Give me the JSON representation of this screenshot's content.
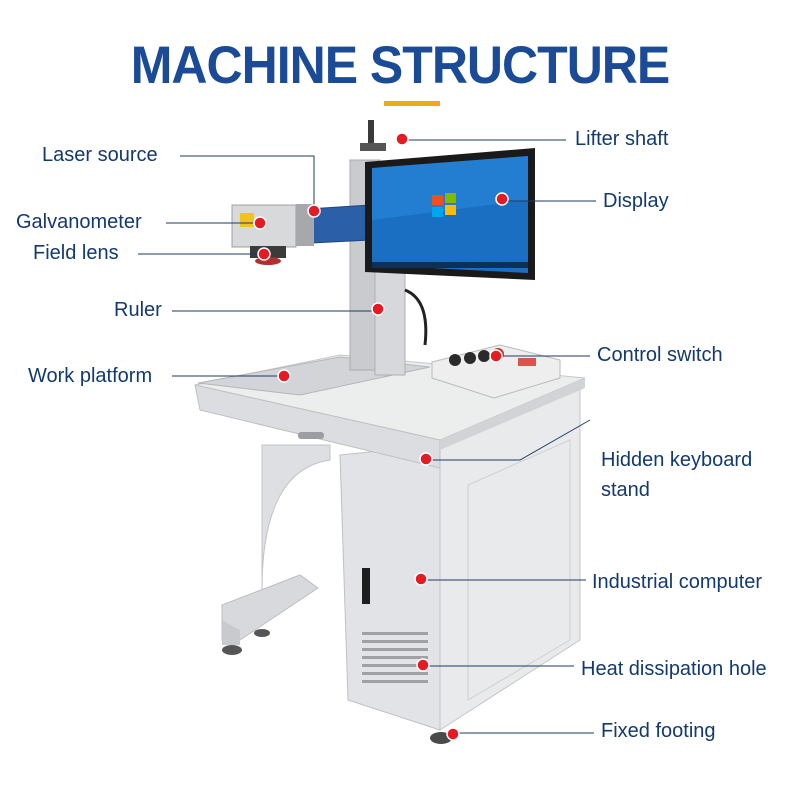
{
  "title": "MACHINE STRUCTURE",
  "colors": {
    "title": "#1b4b96",
    "accent_underline": "#f2a81d",
    "label_text": "#13396f",
    "marker": "#e51a22",
    "machine_body": "#e7e8ea"
  },
  "screen_content": "Windows 7 desktop",
  "labels": {
    "laser_source": "Laser source",
    "galvanometer": "Galvanometer",
    "field_lens": "Field lens",
    "ruler": "Ruler",
    "work_platform": "Work platform",
    "lifter_shaft": "Lifter shaft",
    "display": "Display",
    "control_switch": "Control switch",
    "hidden_keyboard_stand": "Hidden keyboard stand",
    "industrial_computer": "Industrial computer",
    "heat_dissipation_hole": "Heat dissipation hole",
    "fixed_footing": "Fixed footing"
  }
}
